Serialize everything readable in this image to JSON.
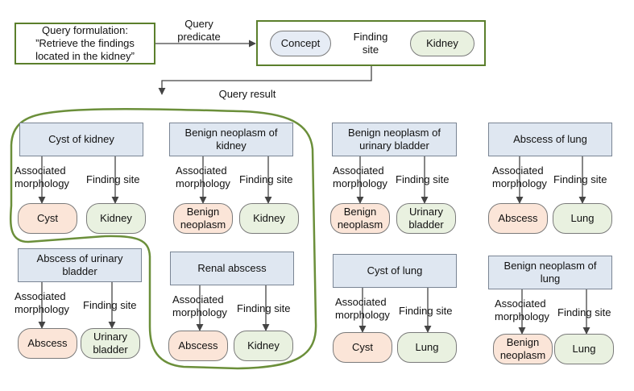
{
  "query": {
    "formulation": "Query formulation:\n”Retrieve the findings\nlocated in the kidney”",
    "predicate_label": "Query\npredicate",
    "concept": "Concept",
    "relation": "Finding\nsite",
    "target": "Kidney",
    "result_label": "Query result"
  },
  "relations": {
    "morphology": "Associated\nmorphology",
    "site": "Finding site"
  },
  "findings": [
    {
      "title": "Cyst of kidney",
      "morphology": "Cyst",
      "site": "Kidney"
    },
    {
      "title": "Benign neoplasm of\nkidney",
      "morphology": "Benign\nneoplasm",
      "site": "Kidney"
    },
    {
      "title": "Benign neoplasm of\nurinary bladder",
      "morphology": "Benign\nneoplasm",
      "site": "Urinary\nbladder"
    },
    {
      "title": "Abscess of lung",
      "morphology": "Abscess",
      "site": "Lung"
    },
    {
      "title": "Abscess of urinary\nbladder",
      "morphology": "Abscess",
      "site": "Urinary\nbladder"
    },
    {
      "title": "Renal abscess",
      "morphology": "Abscess",
      "site": "Kidney"
    },
    {
      "title": "Cyst of lung",
      "morphology": "Cyst",
      "site": "Lung"
    },
    {
      "title": "Benign neoplasm of\nlung",
      "morphology": "Benign\nneoplasm",
      "site": "Lung"
    }
  ]
}
